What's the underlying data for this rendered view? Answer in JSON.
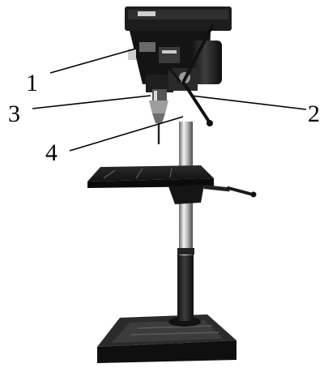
{
  "figure": {
    "subject": "drill-press-illustration",
    "palette": {
      "ink": "#000000",
      "dark": "#1b1b1b",
      "mid": "#3a3a3a",
      "steel": "#bdbdbd",
      "highlight": "#eeeeee",
      "paper": "#ffffff"
    }
  },
  "callouts": [
    {
      "label": "1",
      "target": "motor-head"
    },
    {
      "label": "3",
      "target": "drill-chuck"
    },
    {
      "label": "2",
      "target": "spindle-feed-lever"
    },
    {
      "label": "4",
      "target": "quill"
    }
  ]
}
